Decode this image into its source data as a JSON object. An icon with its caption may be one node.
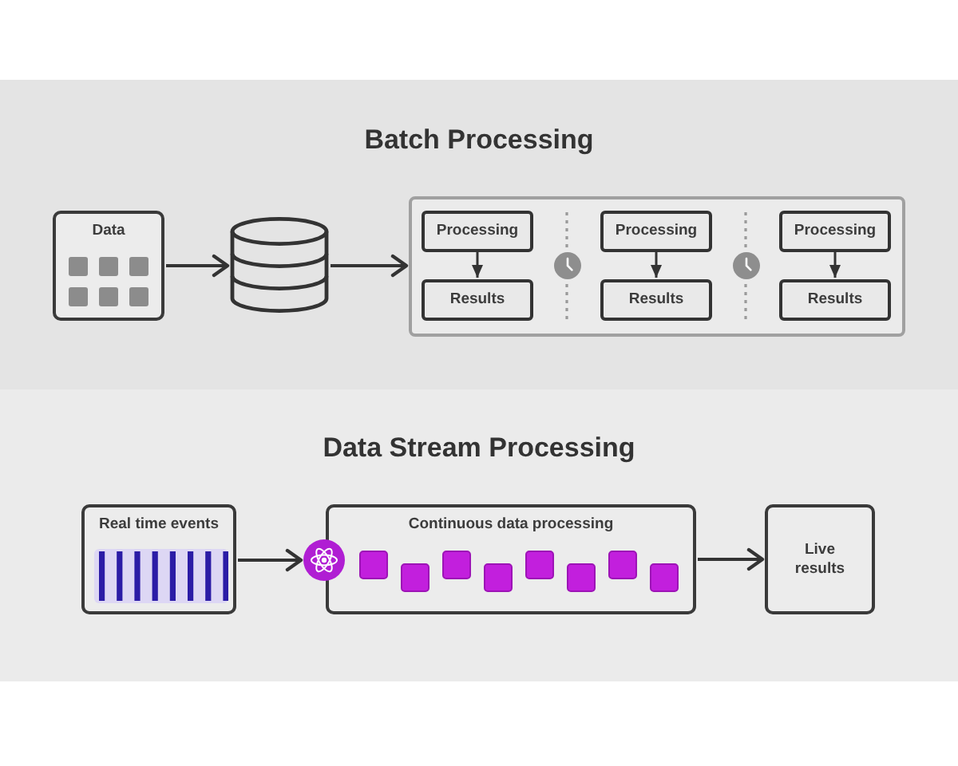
{
  "diagram": {
    "nodes": [
      {
        "text": [
          "Batch Processing"
        ]
      },
      {
        "text": [
          "Data"
        ],
        "in": 0
      },
      {
        "text": [],
        "shape": "cylinder",
        "in": 0
      },
      {
        "text": [],
        "shape": "box",
        "in": 0
      },
      {
        "text": [
          "Processing"
        ],
        "in": 3
      },
      {
        "text": [
          "Results"
        ],
        "in": 3
      },
      {
        "text": [
          "Processing"
        ],
        "in": 3
      },
      {
        "text": [
          "Results"
        ],
        "in": 3
      },
      {
        "text": [
          "Processing"
        ],
        "in": 3
      },
      {
        "text": [
          "Results"
        ],
        "in": 3
      },
      {
        "text": [
          "Data Stream Processing"
        ]
      },
      {
        "text": [
          "Real time events"
        ],
        "in": 10
      },
      {
        "text": [],
        "shape": "circle",
        "in": 10
      },
      {
        "text": [
          "Continuous data processing"
        ],
        "in": 10
      },
      {
        "text": [
          "Live results"
        ],
        "in": 10
      }
    ],
    "edges": [
      {
        "from": 1,
        "to": 2,
        "arrow": "to"
      },
      {
        "from": 2,
        "to": 3,
        "arrow": "to"
      },
      {
        "from": 4,
        "to": 5,
        "arrow": "to"
      },
      {
        "from": 6,
        "to": 7,
        "arrow": "to"
      },
      {
        "from": 8,
        "to": 9,
        "arrow": "to"
      },
      {
        "from": 11,
        "to": 12,
        "arrow": "to"
      },
      {
        "from": 13,
        "to": 14,
        "arrow": "to"
      }
    ]
  }
}
